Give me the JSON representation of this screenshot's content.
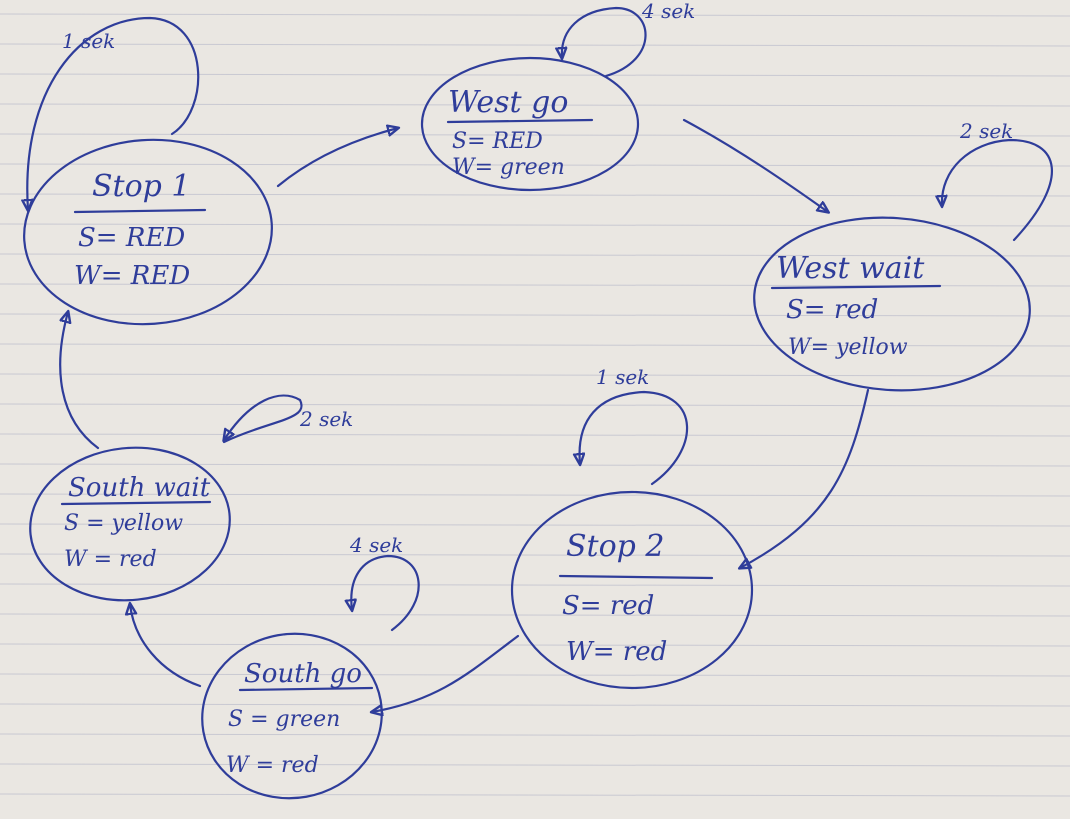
{
  "states": {
    "stop1": {
      "title": "Stop 1",
      "s": "S= RED",
      "w": "W= RED"
    },
    "westgo": {
      "title": "West go",
      "s": "S= RED",
      "w": "W= green"
    },
    "westwait": {
      "title": "West wait",
      "s": "S= red",
      "w": "W= yellow"
    },
    "stop2": {
      "title": "Stop 2",
      "s": "S= red",
      "w": "W= red"
    },
    "southgo": {
      "title": "South go",
      "s": "S = green",
      "w": "W = red"
    },
    "southwait": {
      "title": "South wait",
      "s": "S = yellow",
      "w": "W = red"
    }
  },
  "loops": {
    "stop1": "1 sek",
    "westgo": "4 sek",
    "westwait": "2 sek",
    "stop2": "1 sek",
    "southgo": "4 sek",
    "southwait": "2 sek"
  },
  "colors": {
    "ink": "#2f3d9a",
    "paper": "#eae7e2",
    "rule": "#c9c9d2"
  }
}
